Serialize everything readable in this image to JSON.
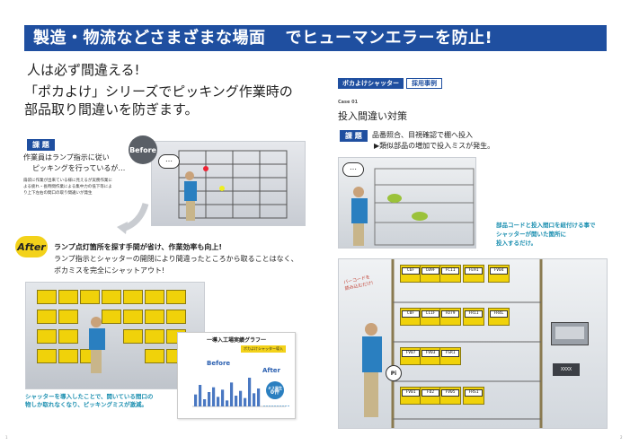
{
  "banner": {
    "part1": "製造・物流などさまざまな場面",
    "part2": "でヒューマンエラーを防止!"
  },
  "headline": {
    "line1": "人は必ず間違える!",
    "line2": "「ポカよけ」シリーズでピッキング作業時の",
    "line3": "部品取り間違いを防ぎます。"
  },
  "issue": {
    "tag": "課 題",
    "text1": "作業員はランプ指示に従い",
    "text2": "ピッキングを行っているが…",
    "note1": "扇袋に作業が出来ている様に見えるが実務作業に",
    "note2": "よる疲れ・長時間作業による集中力の低下等によ",
    "note3": "り上下左右の間口の取り間違いが発生"
  },
  "before_badge": "Before",
  "after": {
    "badge": "After",
    "title": "ランプ点灯箇所を探す手間が省け、作業効率も向上!",
    "line1": "ランプ指示とシャッターの開閉により間違ったところから取ることはなく、",
    "line2": "ポカミスを完全にシャットアウト!"
  },
  "caption_left": {
    "line1": "シャッターを導入したことで、開いている間口の",
    "line2": "物しか取れなくなり、ピッキングミスが激減。"
  },
  "mini_chart": {
    "title": "一導入工場実績グラフ一",
    "legend": "ポカよけシャッター導入",
    "before": "Before",
    "after": "After",
    "after_circle_top": "ミス発生",
    "after_circle_num": "0件"
  },
  "chart_data": {
    "type": "bar",
    "title": "導入工場実績グラフ",
    "series": [
      {
        "name": "Before",
        "values": [
          10,
          18,
          6,
          12,
          16,
          8,
          14,
          5,
          20,
          9,
          13,
          7,
          24,
          11,
          15
        ]
      },
      {
        "name": "After",
        "values": [
          0,
          0,
          0,
          0,
          0,
          0,
          0,
          0,
          0,
          0
        ]
      }
    ],
    "ylim": [
      0,
      30
    ]
  },
  "case": {
    "header": "ポカよけシャッター",
    "header_tag": "採用事例",
    "case_no": "Case 01",
    "title": "投入間違い対策",
    "issue_tag": "課 題",
    "issue_line1": "品番照合、目視確認で棚へ投入",
    "issue_line2": "▶類似部品の増加で投入ミスが発生。"
  },
  "bubble": "…",
  "caption_right": {
    "line1": "部品コードと投入間口を紐付ける事で",
    "line2": "シャッターが開いた箇所に",
    "line3": "投入するだけ。"
  },
  "barcode_note": {
    "line1": "バーコードを",
    "line2": "読み込むだけ!"
  },
  "shelf_labels": [
    "C6F",
    "C09F",
    "FC11",
    "FE91",
    "FV04",
    "C0F",
    "C11F",
    "FD79",
    "FR11",
    "FR4L",
    "FV07",
    "FV03",
    "FSR1",
    "FV01",
    "FD2",
    "FV05",
    "FRS1"
  ],
  "device_label": "XXXX",
  "pi_badge": "Pi",
  "page_numbers": {
    "left": "1",
    "right": "2"
  },
  "colors": {
    "brand_blue": "#1f4fa0",
    "teal_caption": "#1b8fb0",
    "shutter_yellow": "#f0d20a"
  }
}
